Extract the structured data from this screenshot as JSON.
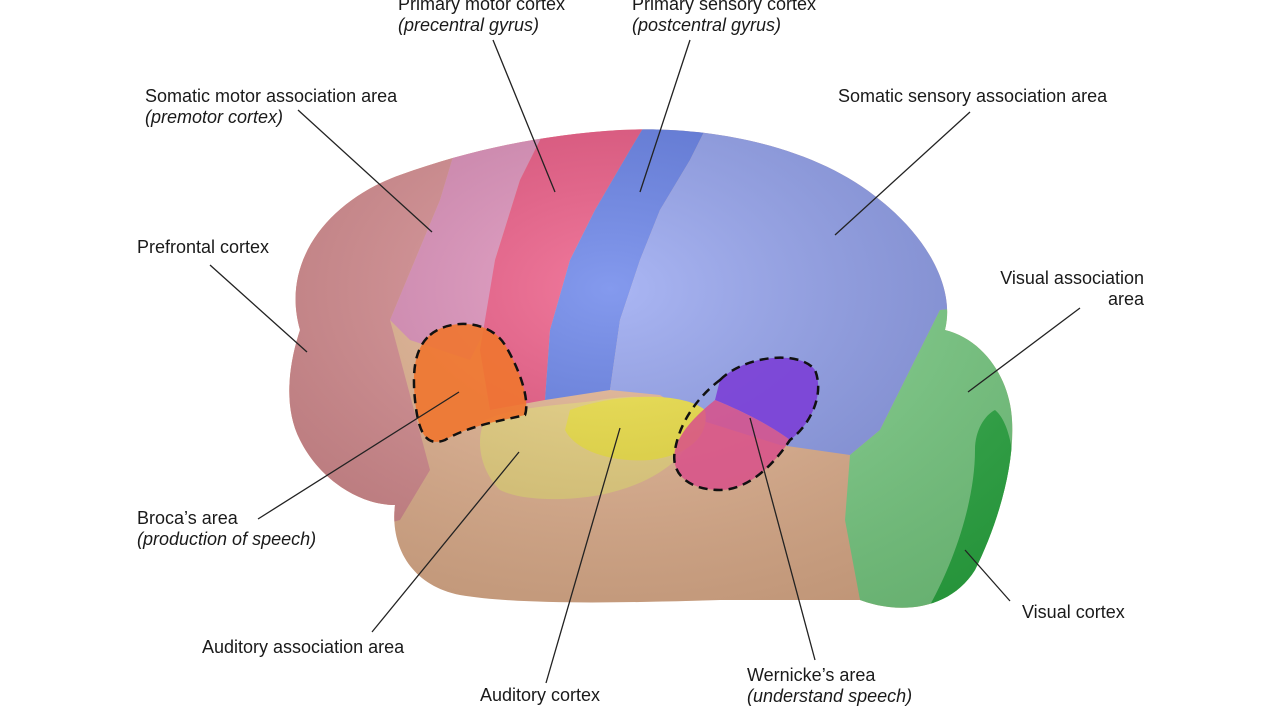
{
  "labels": {
    "primary_motor": {
      "title": "Primary motor cortex",
      "sub": "(precentral gyrus)"
    },
    "primary_sensory": {
      "title": "Primary sensory cortex",
      "sub": "(postcentral gyrus)"
    },
    "somatic_motor_assoc": {
      "title": "Somatic motor association area",
      "sub": "(premotor cortex)"
    },
    "somatic_sensory_assoc": {
      "title": "Somatic sensory association area"
    },
    "prefrontal": {
      "title": "Prefrontal cortex"
    },
    "visual_assoc": {
      "line1": "Visual association",
      "line2": "area"
    },
    "broca": {
      "title": "Broca’s area",
      "sub": "(production of speech)"
    },
    "auditory_assoc": {
      "title": "Auditory association area"
    },
    "auditory_cortex": {
      "title": "Auditory cortex"
    },
    "wernicke": {
      "title": "Wernicke’s area",
      "sub": "(understand speech)"
    },
    "visual_cortex": {
      "title": "Visual cortex"
    }
  },
  "region_colors": {
    "prefrontal": "#d98a8e",
    "premotor": "#de8ab8",
    "primary_motor": "#ec4d7c",
    "primary_sensory": "#5b78e8",
    "sensory_assoc": "#8e9ef0",
    "visual_assoc": "#7fd88a",
    "visual_cortex": "#2fb548",
    "temporal": "#e8b48f",
    "auditory_assoc": "#ecd37a",
    "auditory_cortex": "#f2e33a",
    "broca": "#f0752f",
    "wernicke_top": "#7b3fd6",
    "wernicke_bottom": "#d8508a"
  }
}
